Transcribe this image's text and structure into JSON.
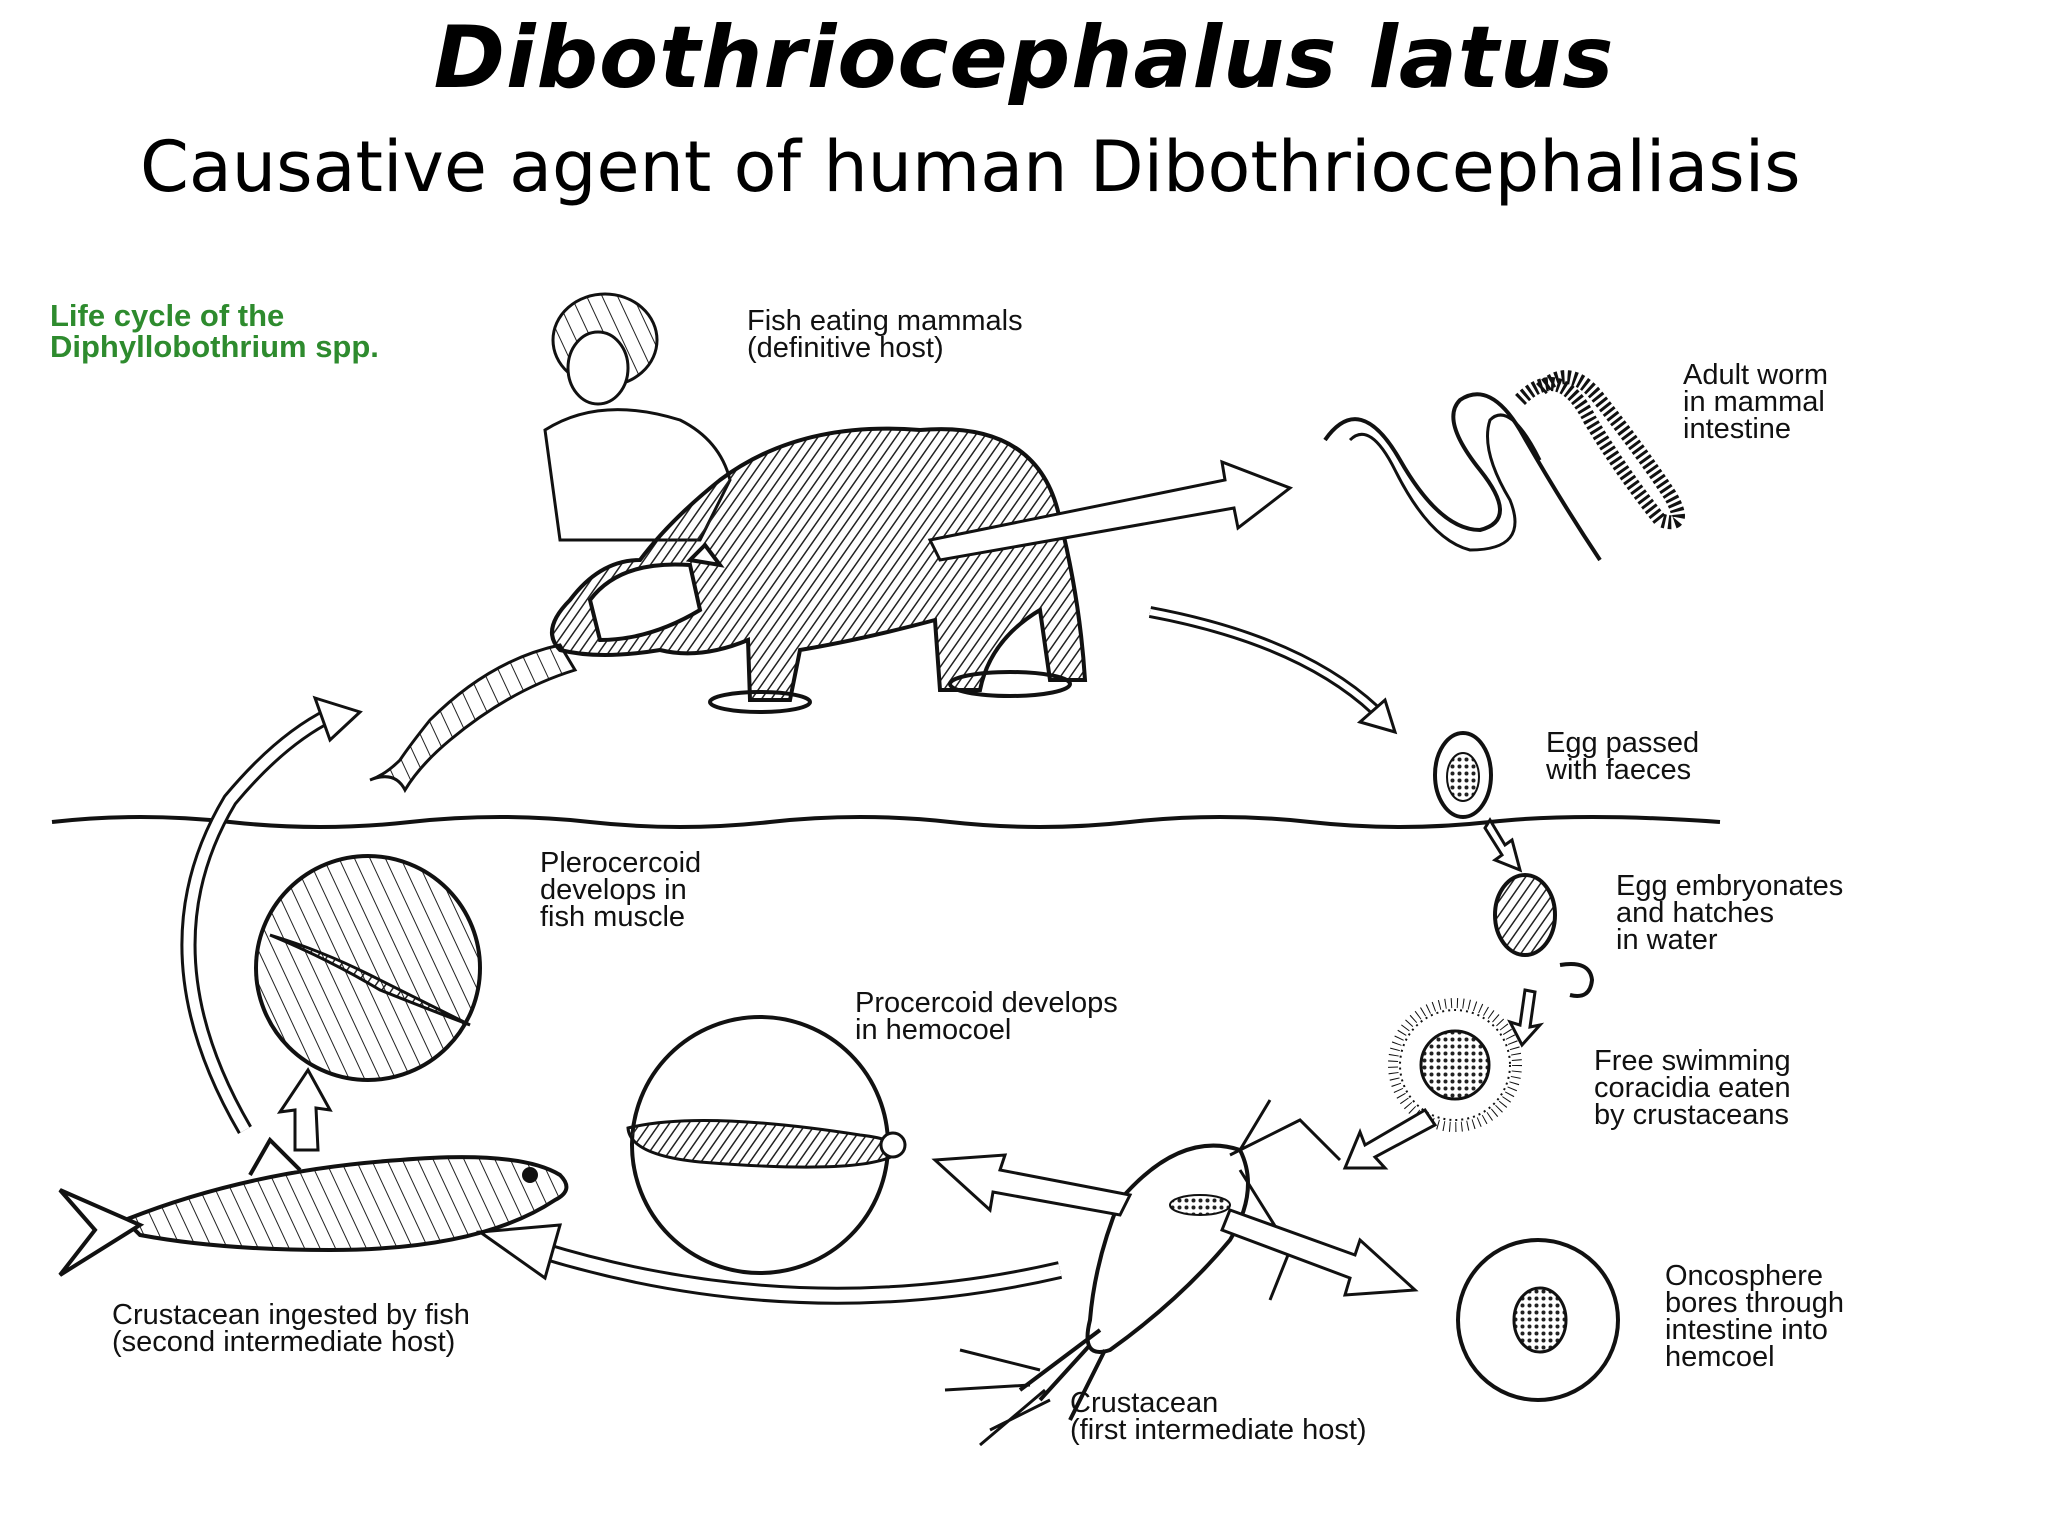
{
  "slide": {
    "title": "Dibothriocephalus latus",
    "subtitle": "Causative agent of human Dibothriocephaliasis"
  },
  "diagram": {
    "cycle_title": "Life cycle of the\nDiphyllobothrium spp.",
    "labels": {
      "definitive_host": "Fish eating mammals\n(definitive host)",
      "adult_worm": "Adult worm\nin mammal\nintestine",
      "egg_passed": "Egg passed\nwith faeces",
      "egg_embryonates": "Egg embryonates\nand hatches\nin water",
      "coracidia": "Free swimming\ncoracidia eaten\nby crustaceans",
      "oncosphere": "Oncosphere\nbores through\nintestine into\nhemcoel",
      "crustacean_first": "Crustacean\n(first intermediate host)",
      "procercoid": "Procercoid develops\nin hemocoel",
      "crustacean_ingested": "Crustacean ingested by fish\n(second intermediate host)",
      "plerocercoid": "Plerocercoid\ndevelops in\nfish muscle"
    },
    "colors": {
      "cycle_title": "#2e8b2e",
      "line": "#111111"
    }
  }
}
